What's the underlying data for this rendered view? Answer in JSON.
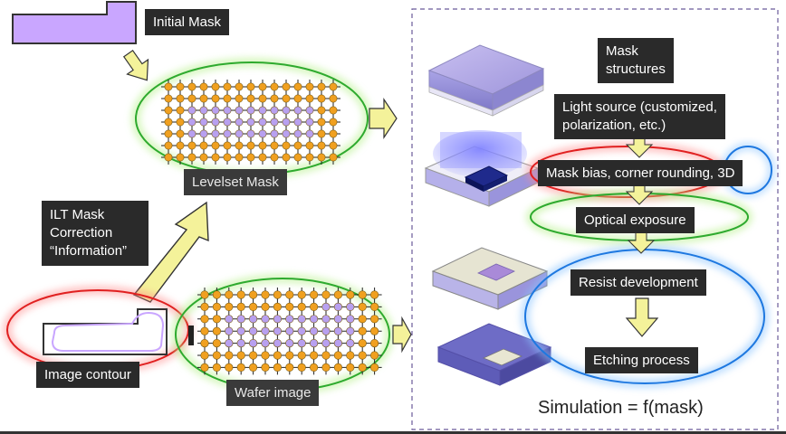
{
  "labels": {
    "initial_mask": "Initial Mask",
    "levelset_mask": "Levelset Mask",
    "ilt_line1": "ILT Mask",
    "ilt_line2": "Correction",
    "ilt_line3": "“Information”",
    "image_contour": "Image contour",
    "wafer_image": "Wafer image"
  },
  "simulation": {
    "mask_structures_line1": "Mask",
    "mask_structures_line2": "structures",
    "light_source_line1": "Light source (customized,",
    "light_source_line2": "polarization, etc.)",
    "mask_bias": "Mask bias, corner rounding, 3D",
    "optical_exposure": "Optical exposure",
    "resist_development": "Resist development",
    "etching_process": "Etching process",
    "title": "Simulation = f(mask)"
  },
  "colors": {
    "mask_purple": "#c9a6ff",
    "node_orange": "#f0a020",
    "node_purple": "#b8a0f0",
    "highlight_green": "#2eaa2e",
    "highlight_red": "#e02020",
    "highlight_blue": "#1e78e0",
    "arrow_yellow": "#f4f29a"
  }
}
